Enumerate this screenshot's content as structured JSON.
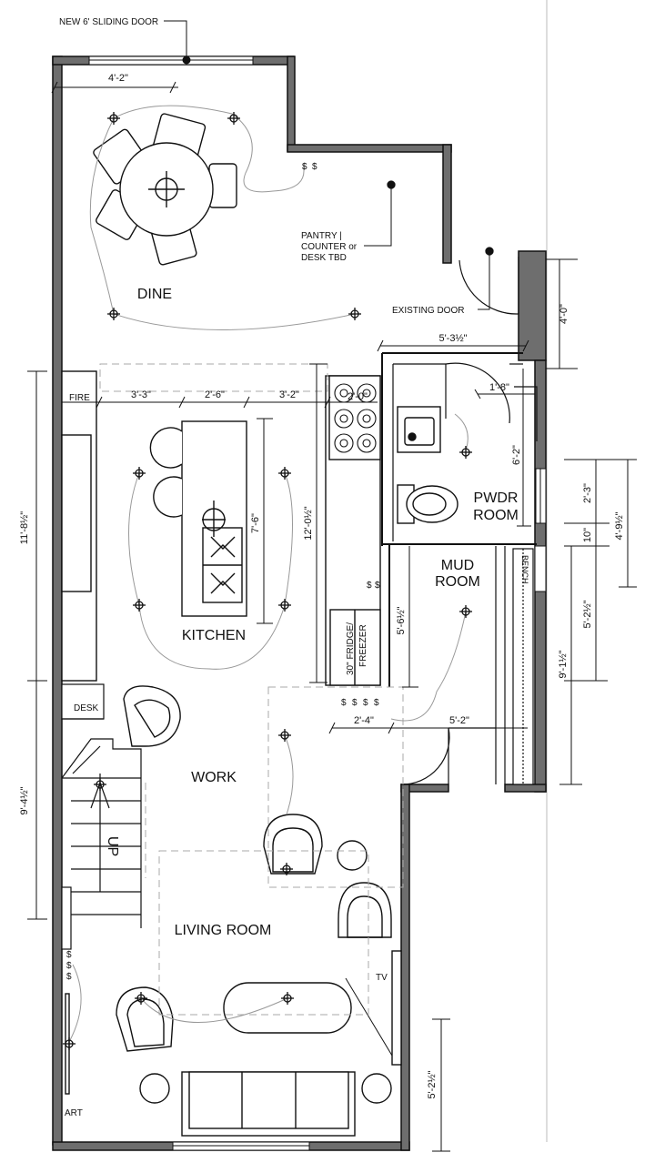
{
  "rooms": {
    "dine": "DINE",
    "kitchen": "KITCHEN",
    "pwdr_1": "PWDR",
    "pwdr_2": "ROOM",
    "mud_1": "MUD",
    "mud_2": "ROOM",
    "work": "WORK",
    "living": "LIVING ROOM"
  },
  "notes": {
    "sliding_door": "NEW 6' SLIDING DOOR",
    "pantry_1": "PANTRY |",
    "pantry_2": "COUNTER or",
    "pantry_3": "DESK TBD",
    "existing_door": "EXISTING DOOR"
  },
  "labels": {
    "fire": "FIRE",
    "desk": "DESK",
    "up": "UP",
    "tv": "TV",
    "art": "ART",
    "bench": "BENCH",
    "fridge_1": "30\" FRIDGE/",
    "fridge_2": "FREEZER",
    "switch": "$"
  },
  "dimensions": {
    "top_4_2": "4'-2\"",
    "door_4_0": "4'-0\"",
    "pwdr_5_3": "5'-3½\"",
    "pwdr_1_8": "1'-8\"",
    "k_3_3": "3'-3\"",
    "k_2_6": "2'-6\"",
    "k_3_2": "3'-2\"",
    "range_2_0": "2'-0\"",
    "left_11_8": "11'-8½\"",
    "island_7_6": "7'-6\"",
    "counter_12_0": "12'-0½\"",
    "pwdr_6_2": "6'-2\"",
    "win_2_3": "2'-3\"",
    "ten": "10\"",
    "right_4_9": "4'-9½\"",
    "mud_5_6": "5'-6½\"",
    "right_5_2": "5'-2½\"",
    "right_9_1": "9'-1½\"",
    "work_2_4": "2'-4\"",
    "work_5_2": "5'-2\"",
    "left_9_4": "9'-4½\"",
    "bottom_5_2": "5'-2½\""
  }
}
